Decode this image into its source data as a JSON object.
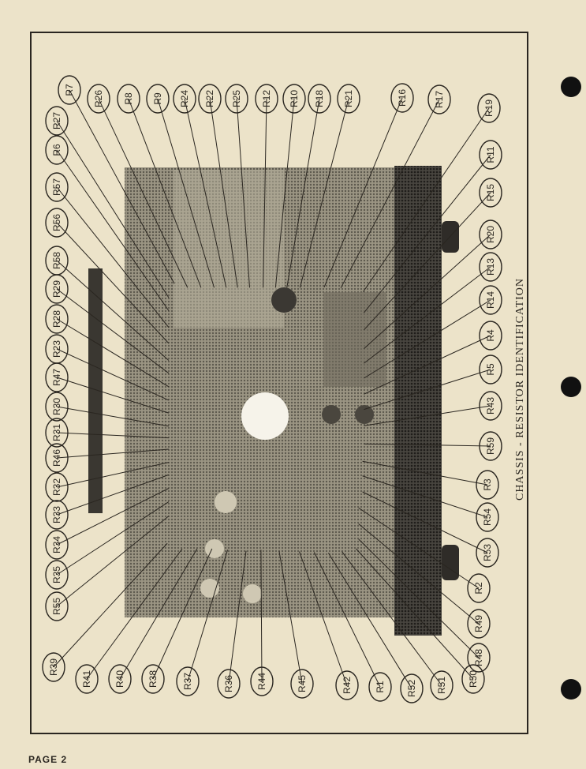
{
  "page": {
    "caption": "CHASSIS - RESISTOR IDENTIFICATION",
    "page_label": "PAGE 2"
  },
  "labels": {
    "left_column": [
      "R7",
      "R26",
      "R8",
      "R9",
      "R24",
      "R22",
      "R25",
      "R12",
      "R10",
      "R18",
      "R21",
      "R27",
      "R6",
      "R57",
      "R56",
      "R58",
      "R29",
      "R28",
      "R23",
      "R47",
      "R30",
      "R31",
      "R46",
      "R32",
      "R33",
      "R34",
      "R35",
      "R55"
    ],
    "right_top": [
      "R16",
      "R17",
      "R19",
      "R11",
      "R15",
      "R20",
      "R13",
      "R14",
      "R4",
      "R5",
      "R43",
      "R59",
      "R3",
      "R54",
      "R53",
      "R2",
      "R49",
      "R48"
    ],
    "bottom_row": [
      "R39",
      "R41",
      "R40",
      "R38",
      "R37",
      "R36",
      "R44",
      "R45",
      "R42",
      "R1",
      "R52",
      "R51",
      "R50"
    ]
  },
  "colors": {
    "paper": "#ece3c9",
    "ink": "#2a2620",
    "photo": "#8e8877",
    "chassis_rail": "#3b3833"
  }
}
